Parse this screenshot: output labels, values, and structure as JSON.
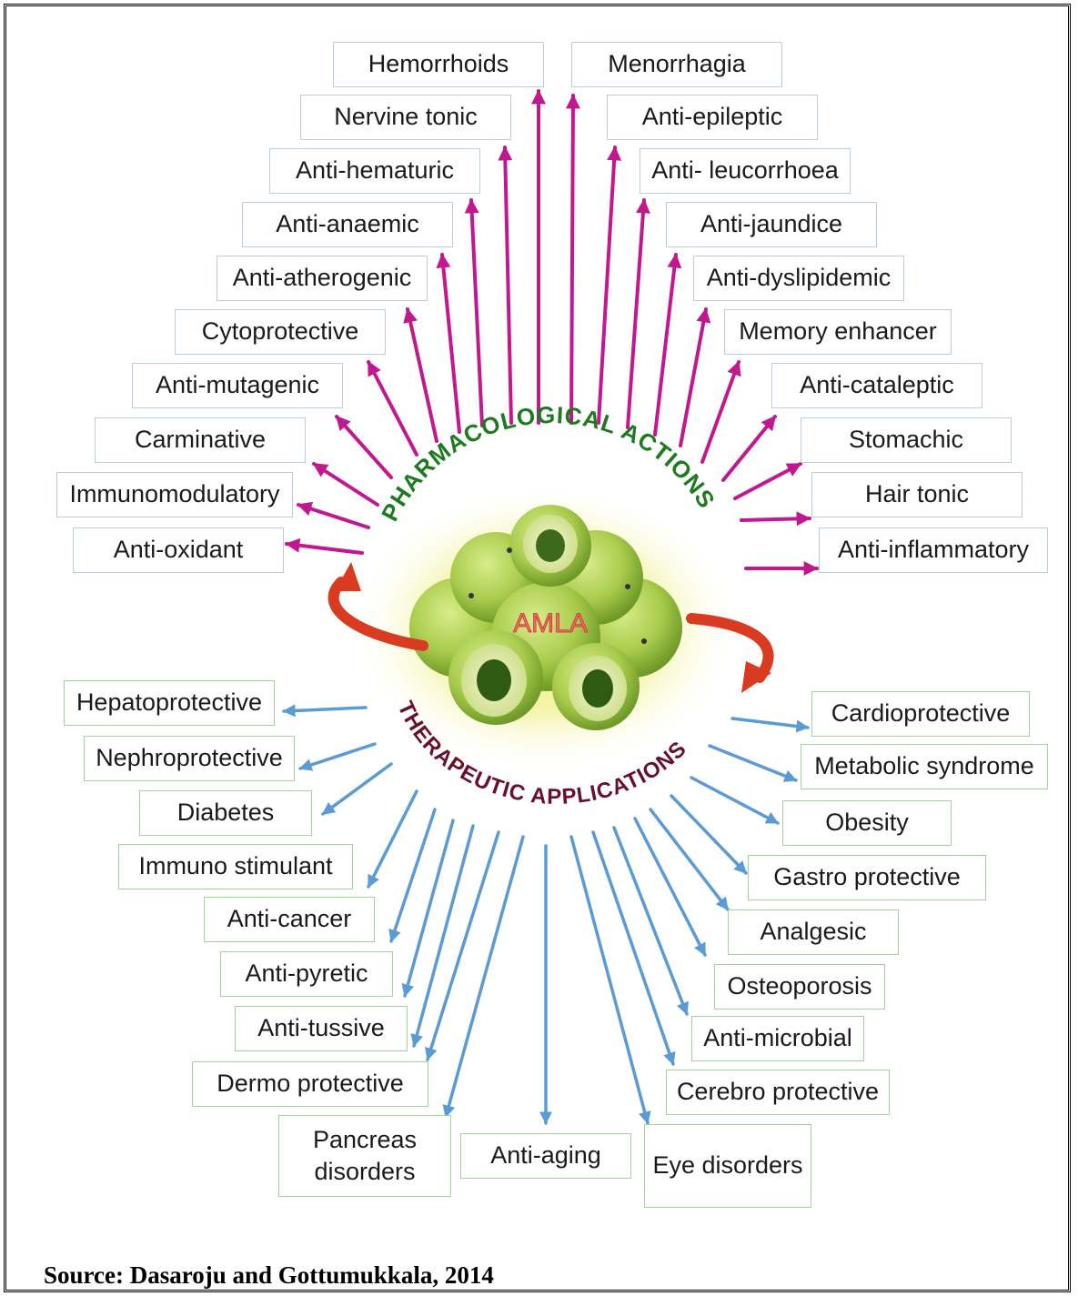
{
  "center": {
    "label": "AMLA"
  },
  "pharmacological": {
    "title": "PHARMACOLOGICAL ACTIONS",
    "color": "#c2188f",
    "items": [
      "Hemorrhoids",
      "Nervine tonic",
      "Anti-hematuric",
      "Anti-anaemic",
      "Anti-atherogenic",
      "Cytoprotective",
      "Anti-mutagenic",
      "Carminative",
      "Immunomodulatory",
      "Anti-oxidant",
      "Menorrhagia",
      "Anti-epileptic",
      "Anti- leucorrhoea",
      "Anti-jaundice",
      "Anti-dyslipidemic",
      "Memory enhancer",
      "Anti-cataleptic",
      "Stomachic",
      "Hair tonic",
      "Anti-inflammatory"
    ]
  },
  "therapeutic": {
    "title": "THERAPEUTIC APPLICATIONS",
    "color": "#5b9bd5",
    "items": [
      "Hepatoprotective",
      "Nephroprotective",
      "Diabetes",
      "Immuno stimulant",
      "Anti-cancer",
      "Anti-pyretic",
      "Anti-tussive",
      "Dermo protective",
      "Pancreas disorders",
      "Anti-aging",
      "Eye disorders",
      "Cerebro protective",
      "Anti-microbial",
      "Osteoporosis",
      "Analgesic",
      "Gastro protective",
      "Obesity",
      "Metabolic syndrome",
      "Cardioprotective"
    ]
  },
  "source": "Source: Dasaroju and Gottumukkala, 2014"
}
